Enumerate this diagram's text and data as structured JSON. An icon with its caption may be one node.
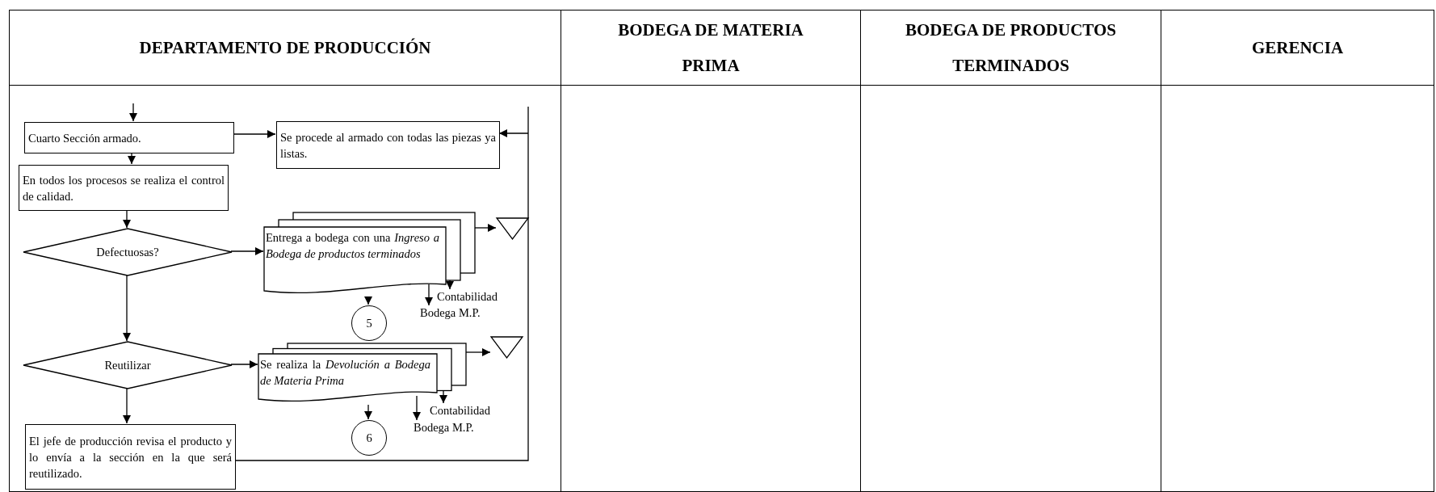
{
  "diagram": {
    "nodes": [
      {
        "text": [
          "DEPARTAMENTO DE PRODUCCIÓN"
        ]
      },
      {
        "text": [
          "BODEGA DE MATERIA PRIMA"
        ]
      },
      {
        "text": [
          "BODEGA DE PRODUCTOS TERMINADOS"
        ]
      },
      {
        "text": [
          "GERENCIA"
        ]
      },
      {
        "text": [
          "Cuarto Sección armado."
        ],
        "in": 0
      },
      {
        "text": [
          "Se procede al armado con todas las piezas ya listas."
        ],
        "in": 0
      },
      {
        "text": [
          "En todos los procesos se realiza el control de calidad."
        ],
        "in": 0
      },
      {
        "text": [
          "Defectuosas?"
        ],
        "in": 0
      },
      {
        "text": [
          "Entrega a bodega con una *Ingreso a Bodega de productos terminados*"
        ],
        "in": 0
      },
      {
        "text": [],
        "shape": "triangle",
        "in": 0
      },
      {
        "text": [
          "5"
        ],
        "in": 0
      },
      {
        "text": [
          "Contabilidad"
        ],
        "in": 0
      },
      {
        "text": [
          "Bodega M.P."
        ],
        "in": 0
      },
      {
        "text": [
          "Reutilizar"
        ],
        "in": 0
      },
      {
        "text": [
          "Se realiza la *Devolución a Bodega de Materia Prima*"
        ],
        "in": 0
      },
      {
        "text": [],
        "shape": "triangle",
        "in": 0
      },
      {
        "text": [
          "6"
        ],
        "in": 0
      },
      {
        "text": [
          "Contabilidad"
        ],
        "in": 0
      },
      {
        "text": [
          "Bodega M.P."
        ],
        "in": 0
      },
      {
        "text": [
          "El jefe de producción revisa el producto y lo envía a la sección en la que será reutilizado."
        ],
        "in": 0
      }
    ],
    "edges": [
      {
        "from": null,
        "to": 4,
        "arrow": "to"
      },
      {
        "from": 4,
        "to": 5,
        "arrow": "to"
      },
      {
        "from": 4,
        "to": 6,
        "arrow": "to"
      },
      {
        "from": 6,
        "to": 7,
        "arrow": "to"
      },
      {
        "from": 7,
        "to": 8,
        "arrow": "to"
      },
      {
        "from": 8,
        "to": 9,
        "arrow": "to"
      },
      {
        "from": 8,
        "to": 10,
        "arrow": "to"
      },
      {
        "from": 8,
        "to": 11,
        "arrow": "to"
      },
      {
        "from": 8,
        "to": 12,
        "arrow": "to"
      },
      {
        "from": 7,
        "to": 13,
        "arrow": "to"
      },
      {
        "from": 13,
        "to": 14,
        "arrow": "to"
      },
      {
        "from": 14,
        "to": 15,
        "arrow": "to"
      },
      {
        "from": 14,
        "to": 16,
        "arrow": "to"
      },
      {
        "from": 14,
        "to": 17,
        "arrow": "to"
      },
      {
        "from": 14,
        "to": 18,
        "arrow": "to"
      },
      {
        "from": 13,
        "to": 19,
        "arrow": "to"
      },
      {
        "from": 19,
        "to": 5,
        "arrow": "to"
      }
    ]
  }
}
